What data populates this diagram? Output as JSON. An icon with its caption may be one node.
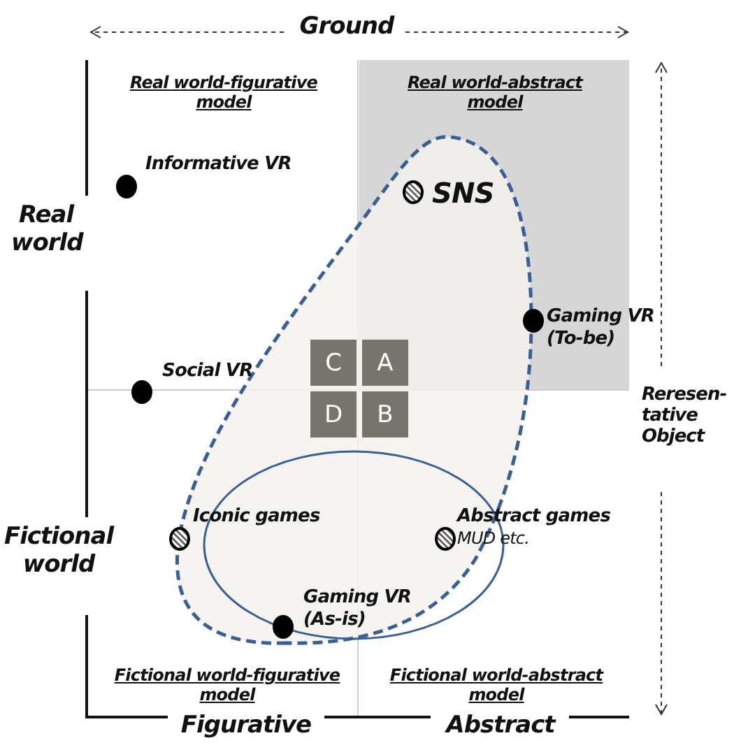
{
  "diagram": {
    "nodes": [
      {
        "text": [],
        "shape": "circle",
        "beside": [
          "Informative VR"
        ]
      },
      {
        "text": [],
        "shape": "circle",
        "beside": [
          "SNS"
        ]
      },
      {
        "text": [],
        "shape": "circle",
        "beside": [
          "Gaming VR (To-be)"
        ]
      },
      {
        "text": [
          "C"
        ]
      },
      {
        "text": [
          "A"
        ]
      },
      {
        "text": [],
        "shape": "circle",
        "beside": [
          "Social VR"
        ]
      },
      {
        "text": [
          "D"
        ]
      },
      {
        "text": [
          "B"
        ]
      },
      {
        "text": [],
        "shape": "circle",
        "beside": [
          "Iconic games"
        ]
      },
      {
        "text": [],
        "shape": "circle",
        "beside": [
          "Abstract games",
          "MUD etc."
        ]
      },
      {
        "text": [],
        "shape": "circle",
        "beside": [
          "Gaming VR (As-is)"
        ]
      }
    ],
    "edges": [],
    "labels": [
      "Ground",
      "Real world-figurative model",
      "Real world-abstract model",
      "Real world",
      "Reresen- tative Object",
      "Fictional world",
      "Fictional world-figurative model",
      "Fictional world-abstract model",
      "Figurative",
      "Abstract"
    ]
  }
}
